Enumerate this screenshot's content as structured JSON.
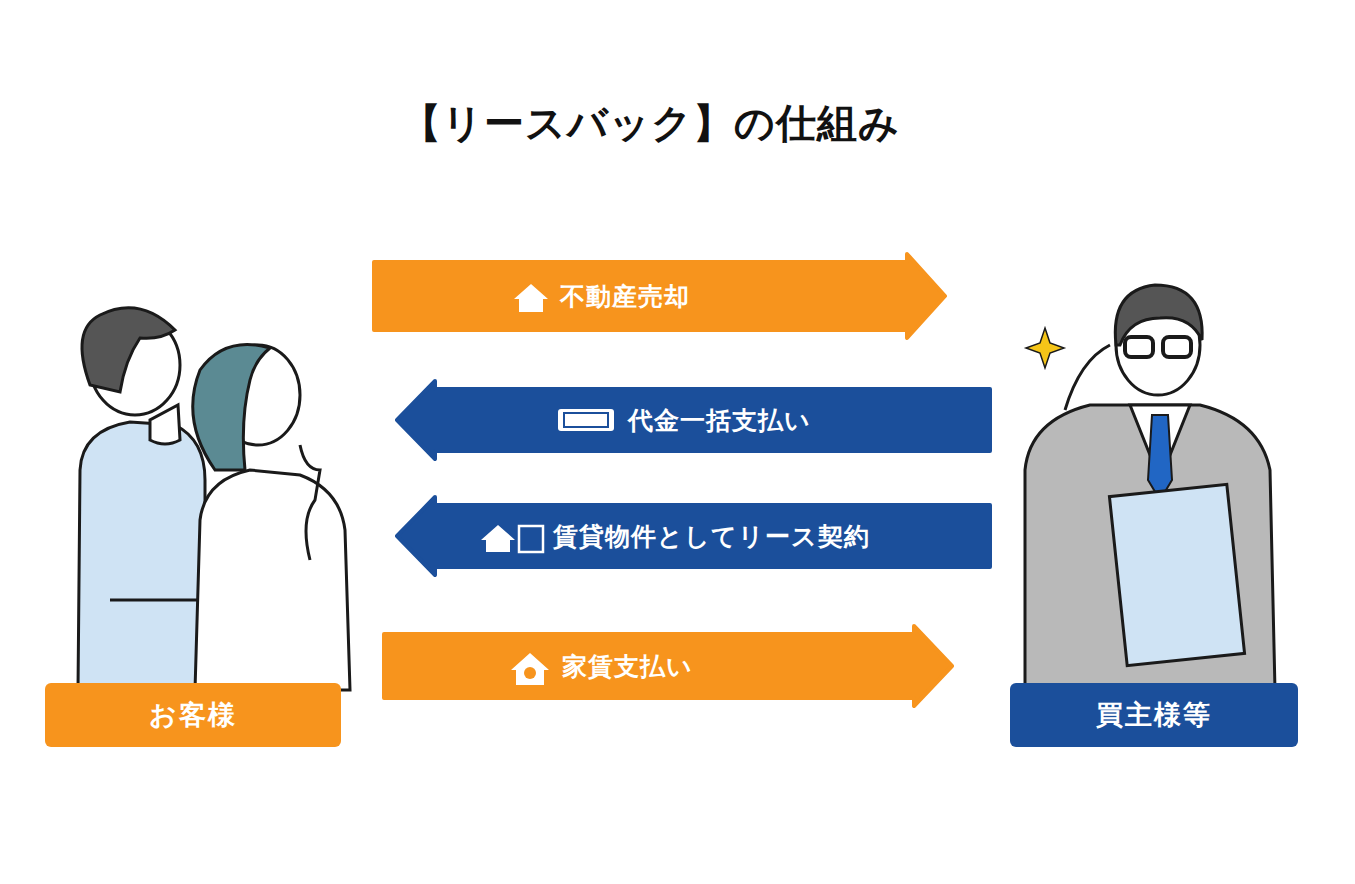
{
  "diagram": {
    "title": "【リースバック】の仕組み",
    "nodes": [
      {
        "text": [
          "お客様"
        ]
      },
      {
        "text": [
          "買主様等"
        ]
      }
    ],
    "edges": [
      {
        "from": 0,
        "to": 1,
        "label": "不動産売却",
        "arrow": "to"
      },
      {
        "from": 1,
        "to": 0,
        "label": "代金一括支払い",
        "arrow": "to"
      },
      {
        "from": 1,
        "to": 0,
        "label": "賃貸物件としてリース契約",
        "arrow": "to"
      },
      {
        "from": 0,
        "to": 1,
        "label": "家賃支払い",
        "arrow": "to"
      }
    ]
  }
}
